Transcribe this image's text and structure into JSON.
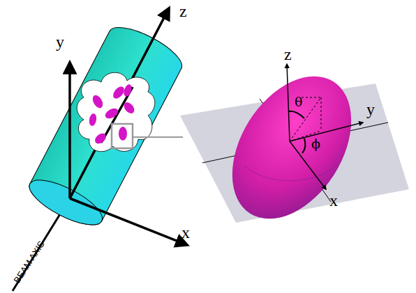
{
  "diagram": {
    "labels": [
      "y",
      "z",
      "x",
      "BEAM AXIS",
      "z",
      "y",
      "x",
      "θ",
      "ϕ"
    ]
  }
}
